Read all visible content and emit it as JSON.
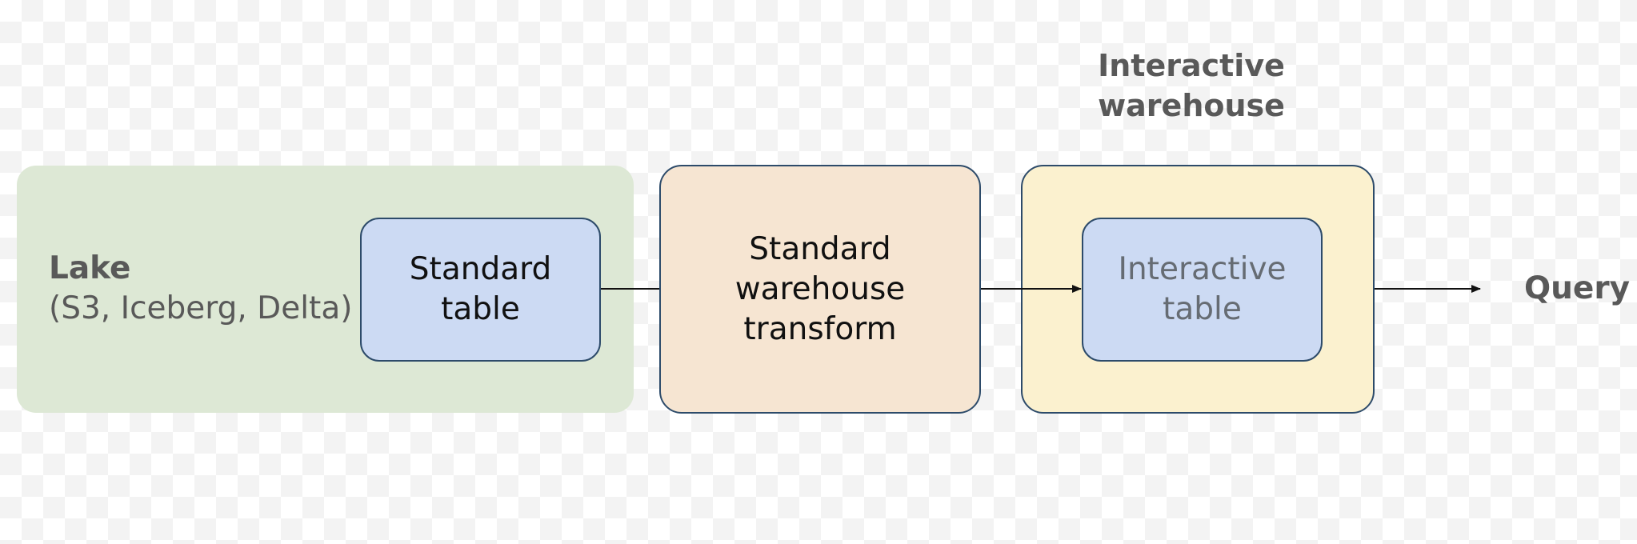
{
  "lake": {
    "name": "Lake",
    "subtitle": "(S3, Iceberg, Delta)"
  },
  "standard_table": {
    "line1": "Standard",
    "line2": "table"
  },
  "transform": {
    "line1": "Standard",
    "line2": "warehouse",
    "line3": "transform"
  },
  "warehouse": {
    "title_line1": "Interactive",
    "title_line2": "warehouse"
  },
  "interactive_table": {
    "line1": "Interactive",
    "line2": "table"
  },
  "query": {
    "label": "Query"
  },
  "colors": {
    "lake_fill": "#dde8d5",
    "table_fill": "#ccdaf3",
    "transform_fill": "#f6e5d2",
    "warehouse_fill": "#fbf1cf",
    "stroke": "#2d4b6a",
    "label_gray": "#595959"
  }
}
